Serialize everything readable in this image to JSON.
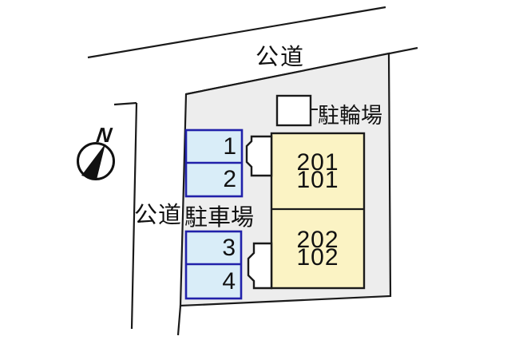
{
  "plan": {
    "compass": {
      "north": "N"
    },
    "top_road": {
      "label": "公道"
    },
    "left_road": {
      "label": "公道"
    },
    "parking_area": {
      "label": "駐車場",
      "spaces": [
        {
          "number": "1"
        },
        {
          "number": "2"
        },
        {
          "number": "3"
        },
        {
          "number": "4"
        }
      ]
    },
    "bicycle_area": {
      "label": "駐輪場"
    },
    "building": {
      "units": [
        {
          "upper": "201",
          "lower": "101"
        },
        {
          "upper": "202",
          "lower": "102"
        }
      ]
    },
    "colors": {
      "background": "#ffffff",
      "site_fill": "#ededed",
      "building_fill": "#fbf3c4",
      "parking_fill": "#d9edf8",
      "parking_border": "#2121aa",
      "line": "#1a1a1a"
    }
  }
}
